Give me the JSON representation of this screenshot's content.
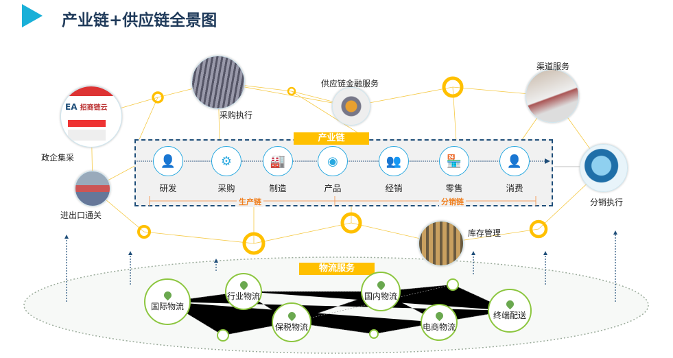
{
  "title": "产业链+供应链全景图",
  "colors": {
    "accent": "#1ab0d8",
    "yellow": "#ffc000",
    "green": "#8cc63f",
    "blue": "#27a8e0",
    "orange": "#f08020"
  },
  "outer_labels": {
    "gov": "政企集采",
    "purchase_exec": "采购执行",
    "finance": "供应链金融服务",
    "channel": "渠道服务",
    "dist_exec": "分销执行",
    "customs": "进出口通关",
    "inventory": "库存管理"
  },
  "industry_chain": {
    "header": "产业链",
    "steps": [
      {
        "label": "研发",
        "icon": "engineer-icon"
      },
      {
        "label": "采购",
        "icon": "purchase-icon"
      },
      {
        "label": "制造",
        "icon": "factory-icon"
      },
      {
        "label": "产品",
        "icon": "product-icon"
      },
      {
        "label": "经销",
        "icon": "group-icon"
      },
      {
        "label": "零售",
        "icon": "store-icon"
      },
      {
        "label": "消费",
        "icon": "consumer-icon"
      }
    ],
    "production": "生产链",
    "distribution": "分销链"
  },
  "logistics": {
    "header": "物流服务",
    "items": [
      "国际物流",
      "行业物流",
      "保税物流",
      "国内物流",
      "电商物流",
      "终端配送"
    ]
  },
  "gov_site": {
    "brand": "EA",
    "sub": "招商链云"
  }
}
